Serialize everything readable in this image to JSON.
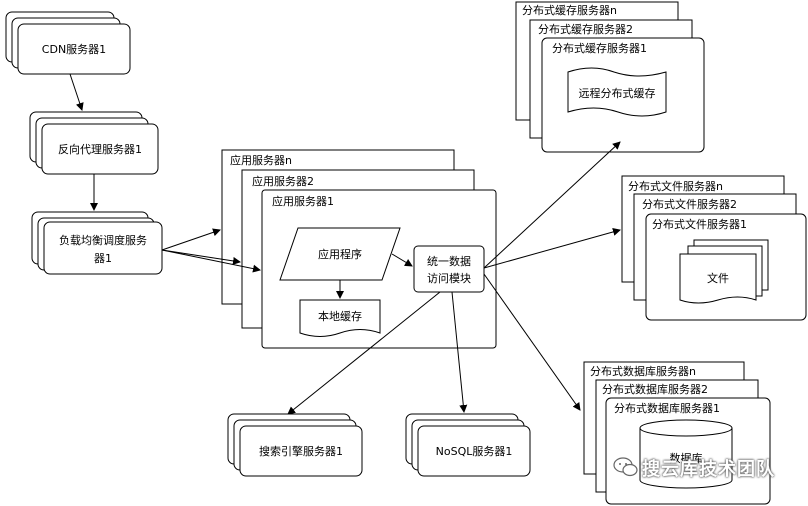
{
  "cdn": {
    "label": "CDN服务器1"
  },
  "reverse_proxy": {
    "label": "反向代理服务器1"
  },
  "load_balancer": {
    "line1": "负载均衡调度服务",
    "line2": "器1"
  },
  "app_servers": {
    "titles": [
      "应用服务器n",
      "应用服务器2",
      "应用服务器1"
    ],
    "program": "应用程序",
    "local_cache": "本地缓存",
    "data_module_line1": "统一数据",
    "data_module_line2": "访问模块"
  },
  "cache_servers": {
    "titles": [
      "分布式缓存服务器n",
      "分布式缓存服务器2",
      "分布式缓存服务器1"
    ],
    "remote_cache": "远程分布式缓存"
  },
  "file_servers": {
    "titles": [
      "分布式文件服务器n",
      "分布式文件服务器2",
      "分布式文件服务器1"
    ],
    "file": "文件"
  },
  "db_servers": {
    "titles": [
      "分布式数据库服务器n",
      "分布式数据库服务器2",
      "分布式数据库服务器1"
    ],
    "database": "数据库"
  },
  "search": {
    "label": "搜索引擎服务器1"
  },
  "nosql": {
    "label": "NoSQL服务器1"
  },
  "watermark": {
    "text": "搜云库技术团队"
  }
}
